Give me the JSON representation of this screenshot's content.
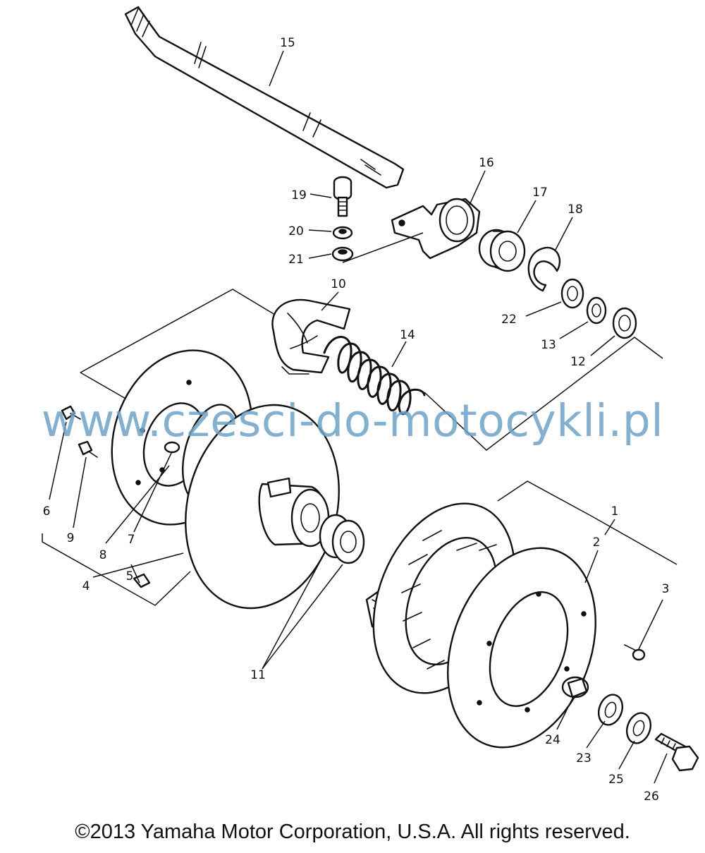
{
  "callouts": [
    "15",
    "16",
    "17",
    "18",
    "19",
    "20",
    "21",
    "10",
    "14",
    "22",
    "13",
    "12",
    "6",
    "9",
    "8",
    "7",
    "4",
    "5",
    "11",
    "1",
    "2",
    "3",
    "24",
    "23",
    "25",
    "26"
  ],
  "watermark": "www.czesci-do-motocykli.pl",
  "copyright": "©2013 Yamaha Motor Corporation, U.S.A. All rights reserved."
}
